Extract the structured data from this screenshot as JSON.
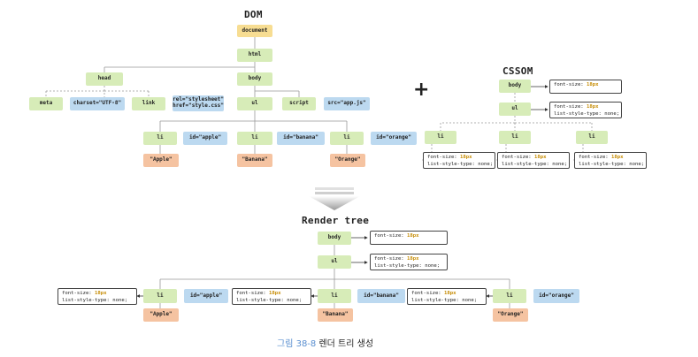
{
  "titles": {
    "dom": "DOM",
    "cssom": "CSSOM",
    "render": "Render tree",
    "plus": "+"
  },
  "dom": {
    "document": "document",
    "html": "html",
    "head": "head",
    "body": "body",
    "meta": "meta",
    "meta_attr": "charset=\"UTF-8\"",
    "link": "link",
    "link_attr": "rel=\"stylesheet\"\nhref=\"style.css\"",
    "ul": "ul",
    "script": "script",
    "script_attr": "src=\"app.js\"",
    "li": "li",
    "ids": [
      "id=\"apple\"",
      "id=\"banana\"",
      "id=\"orange\""
    ],
    "texts": [
      "\"Apple\"",
      "\"Banana\"",
      "\"Orange\""
    ]
  },
  "cssom": {
    "body": "body",
    "ul": "ul",
    "li": "li",
    "font_size_label": "font-size: ",
    "font_size_value": "18px",
    "list_style": "list-style-type: none;"
  },
  "render": {
    "body": "body",
    "ul": "ul",
    "li": "li",
    "ids": [
      "id=\"apple\"",
      "id=\"banana\"",
      "id=\"orange\""
    ],
    "texts": [
      "\"Apple\"",
      "\"Banana\"",
      "\"Orange\""
    ]
  },
  "caption": {
    "number": "그림 38-8",
    "text": "렌더 트리 생성"
  }
}
